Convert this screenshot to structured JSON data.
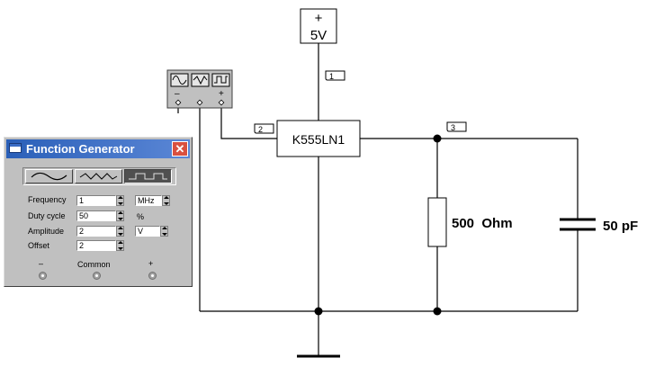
{
  "schematic": {
    "supply": {
      "sign": "+",
      "value": "5V"
    },
    "ic": {
      "label": "K555LN1"
    },
    "resistor": {
      "label": "500  Ohm"
    },
    "capacitor": {
      "label": "50 pF"
    },
    "nodes": [
      "1",
      "2",
      "3"
    ],
    "generator_icon": {
      "minus": "–",
      "plus": "+"
    }
  },
  "function_generator": {
    "title": "Function Generator",
    "close_glyph": "✕",
    "waveforms": [
      "sine-wave-icon",
      "triangle-wave-icon",
      "square-wave-icon"
    ],
    "active_waveform": "square",
    "fields": {
      "frequency": {
        "label": "Frequency",
        "value": "1",
        "unit": "MHz"
      },
      "duty_cycle": {
        "label": "Duty cycle",
        "value": "50",
        "unit": "%"
      },
      "amplitude": {
        "label": "Amplitude",
        "value": "2",
        "unit": "V"
      },
      "offset": {
        "label": "Offset",
        "value": "2"
      }
    },
    "terminals": {
      "minus": "–",
      "common": "Common",
      "plus": "+"
    }
  },
  "colors": {
    "titlebar": "#2a5fb8",
    "panel": "#c0c0c0",
    "close": "#d9503f"
  }
}
